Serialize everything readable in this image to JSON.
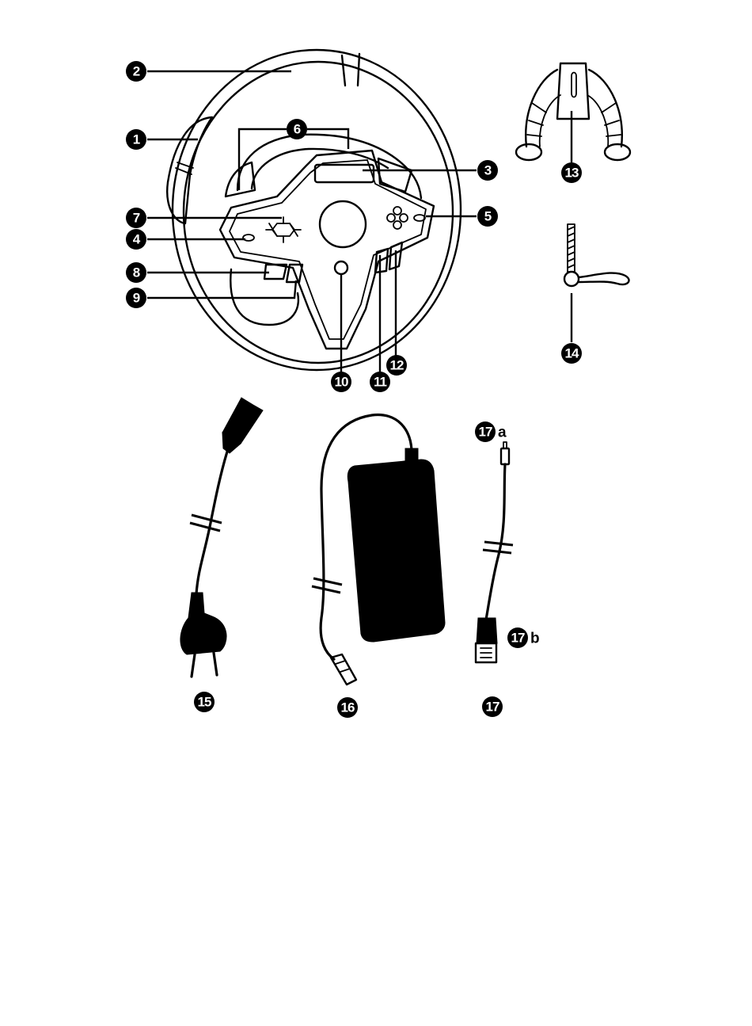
{
  "callouts": [
    {
      "id": "1",
      "label": "1"
    },
    {
      "id": "2",
      "label": "2"
    },
    {
      "id": "3",
      "label": "3"
    },
    {
      "id": "4",
      "label": "4"
    },
    {
      "id": "5",
      "label": "5"
    },
    {
      "id": "6",
      "label": "6"
    },
    {
      "id": "7",
      "label": "7"
    },
    {
      "id": "8",
      "label": "8"
    },
    {
      "id": "9",
      "label": "9"
    },
    {
      "id": "10",
      "label": "10"
    },
    {
      "id": "11",
      "label": "11"
    },
    {
      "id": "12",
      "label": "12"
    },
    {
      "id": "13",
      "label": "13"
    },
    {
      "id": "14",
      "label": "14"
    },
    {
      "id": "15",
      "label": "15"
    },
    {
      "id": "16",
      "label": "16"
    },
    {
      "id": "17",
      "label": "17"
    },
    {
      "id": "17a",
      "label": "17",
      "suffix": "a"
    },
    {
      "id": "17b",
      "label": "17",
      "suffix": "b"
    }
  ]
}
